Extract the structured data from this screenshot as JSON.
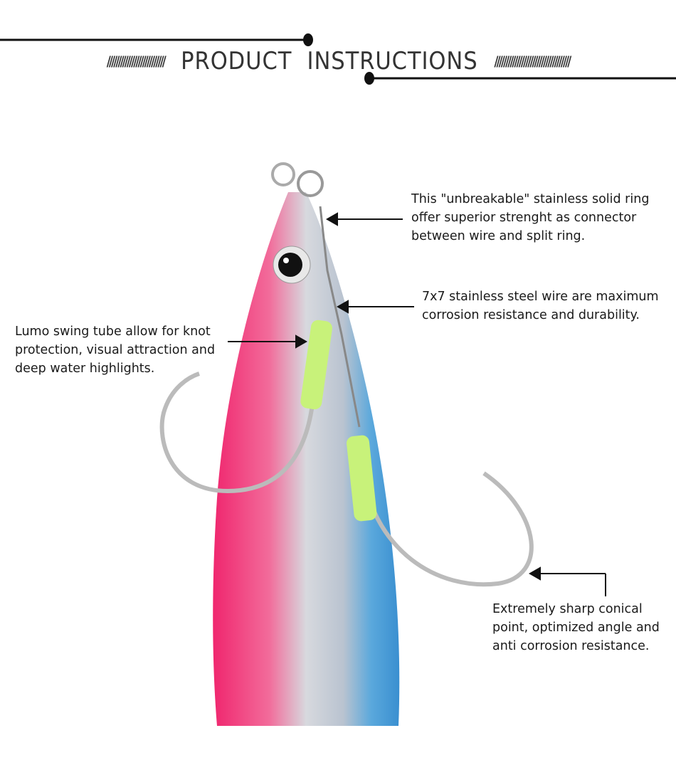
{
  "header": {
    "title": "PRODUCT  INSTRUCTIONS",
    "hatch_left": "//////////////////////////",
    "hatch_right": "//////////////////////////////////"
  },
  "callouts": {
    "ring": [
      "This \"unbreakable\" stainless solid ring",
      "offer superior strenght as connector",
      "between wire and split ring."
    ],
    "wire": [
      "7x7 stainless steel wire are maximum",
      "corrosion resistance and durability."
    ],
    "tube": [
      "Lumo swing tube allow for knot",
      "protection, visual attraction and",
      "deep water highlights."
    ],
    "hook": [
      "Extremely sharp conical",
      "point, optimized angle and",
      "anti corrosion resistance."
    ]
  },
  "colors": {
    "pink": "#f0266e",
    "blue": "#3a9ad6",
    "silver": "#c9ccd2",
    "lumo": "#c8f27a"
  }
}
